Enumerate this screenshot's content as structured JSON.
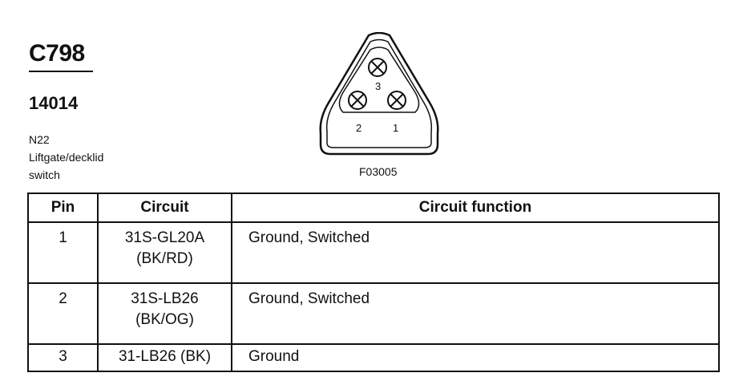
{
  "header": {
    "connector_id": "C798",
    "part_number": "14014",
    "description_lines": [
      "N22",
      "Liftgate/decklid",
      "switch"
    ]
  },
  "diagram": {
    "figure_id": "F03005",
    "pin_labels": [
      "3",
      "2",
      "1"
    ]
  },
  "table": {
    "columns": [
      "Pin",
      "Circuit",
      "Circuit function"
    ],
    "rows": [
      {
        "pin": "1",
        "circuit": [
          "31S-GL20A",
          "(BK/RD)"
        ],
        "function": "Ground, Switched"
      },
      {
        "pin": "2",
        "circuit": [
          "31S-LB26",
          "(BK/OG)"
        ],
        "function": "Ground, Switched"
      },
      {
        "pin": "3",
        "circuit": [
          "31-LB26 (BK)"
        ],
        "function": "Ground"
      }
    ]
  }
}
